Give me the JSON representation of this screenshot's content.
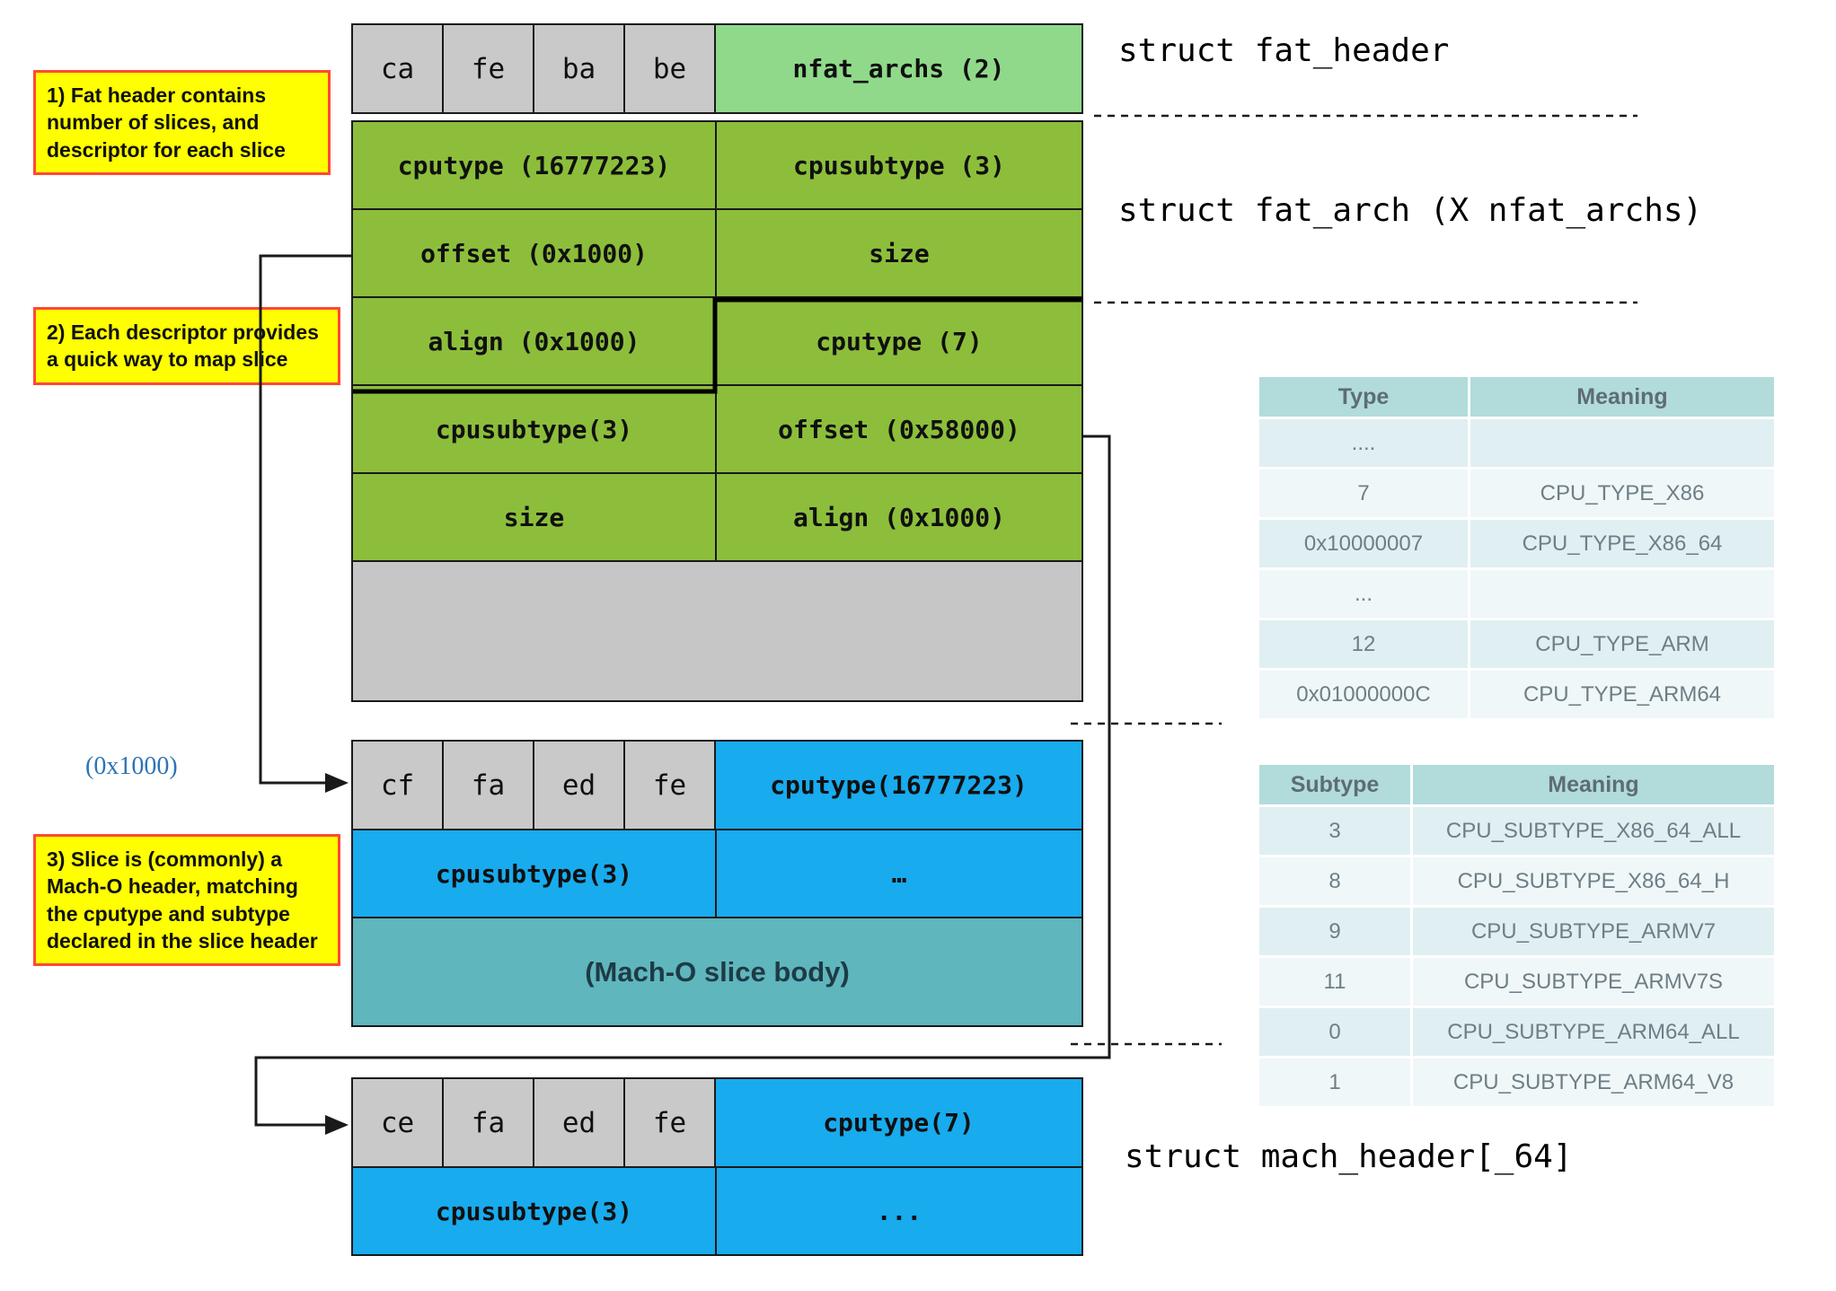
{
  "notes": [
    {
      "label": "1) Fat header contains number of slices, and descriptor for each slice"
    },
    {
      "label": "2) Each descriptor provides a quick way to map slice"
    },
    {
      "label": "3) Slice is (commonly) a Mach-O header, matching the cputype and subtype declared in the slice header"
    }
  ],
  "offset_pointer_label": "(0x1000)",
  "fat_header": {
    "struct_label": "struct fat_header",
    "bytes": [
      "ca",
      "fe",
      "ba",
      "be"
    ],
    "nfat": "nfat_archs (2)"
  },
  "fat_arch": {
    "struct_label": "struct fat_arch (X nfat_archs)",
    "rows": [
      {
        "left": "cputype (16777223)",
        "right": "cpusubtype (3)"
      },
      {
        "left": "offset (0x1000)",
        "right": "size"
      },
      {
        "left": "align (0x1000)",
        "right": "cputype (7)"
      },
      {
        "left": "cpusubtype(3)",
        "right": "offset (0x58000)"
      },
      {
        "left": "size",
        "right": "align (0x1000)"
      }
    ]
  },
  "macho_slice_1": {
    "bytes": [
      "cf",
      "fa",
      "ed",
      "fe"
    ],
    "cputype": "cputype(16777223)",
    "cpusubtype": "cpusubtype(3)",
    "more": "…",
    "body": "(Mach-O slice body)"
  },
  "macho_slice_2": {
    "struct_label": "struct mach_header[_64]",
    "bytes": [
      "ce",
      "fa",
      "ed",
      "fe"
    ],
    "cputype": "cputype(7)",
    "cpusubtype": "cpusubtype(3)",
    "more": "..."
  },
  "type_table": {
    "headers": [
      "Type",
      "Meaning"
    ],
    "rows": [
      [
        "....",
        ""
      ],
      [
        "7",
        "CPU_TYPE_X86"
      ],
      [
        "0x10000007",
        "CPU_TYPE_X86_64"
      ],
      [
        "...",
        ""
      ],
      [
        "12",
        "CPU_TYPE_ARM"
      ],
      [
        "0x01000000C",
        "CPU_TYPE_ARM64"
      ]
    ]
  },
  "subtype_table": {
    "headers": [
      "Subtype",
      "Meaning"
    ],
    "rows": [
      [
        "3",
        "CPU_SUBTYPE_X86_64_ALL"
      ],
      [
        "8",
        "CPU_SUBTYPE_X86_64_H"
      ],
      [
        "9",
        "CPU_SUBTYPE_ARMV7"
      ],
      [
        "11",
        "CPU_SUBTYPE_ARMV7S"
      ],
      [
        "0",
        "CPU_SUBTYPE_ARM64_ALL"
      ],
      [
        "1",
        "CPU_SUBTYPE_ARM64_V8"
      ]
    ]
  },
  "colors": {
    "byte_cell_gray": "#c9c9c9",
    "fat_arch_olive": "#8cbe3b",
    "nfat_light_green": "#90d98a",
    "macho_blue": "#18abee",
    "slice_body_teal": "#5fb6bc",
    "table_header_teal": "#b2dbdc",
    "table_row_a": "#e0eff2",
    "table_row_b": "#eff7f8",
    "note_yellow": "#ffff00",
    "note_border_red": "#ff4836",
    "offset_label_blue": "#2e74b5"
  }
}
